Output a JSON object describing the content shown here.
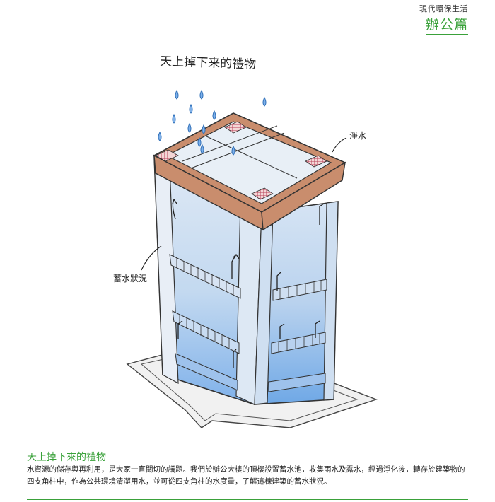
{
  "header": {
    "series_label": "現代環保生活",
    "section_title": "辦公篇"
  },
  "illustration": {
    "title": "天上掉下来的禮物",
    "label_clean_water": "淨水",
    "label_storage_status": "蓄水狀況"
  },
  "caption": {
    "heading": "天上掉下來的禮物",
    "body": "水資源的儲存與再利用，是大家一直關切的議題。我們於辦公大樓的頂樓設置蓄水池，收集雨水及露水，經過淨化後，轉存於建築物的四支角柱中，作為公共環境清潔用水，並可從四支角柱的水度量，了解這棟建築的蓄水狀況。"
  },
  "colors": {
    "accent_green": "#3aa13a",
    "water_blue": "#6fa8e6",
    "roof_brown": "#c98d6d",
    "grid_red": "#b8435a"
  }
}
